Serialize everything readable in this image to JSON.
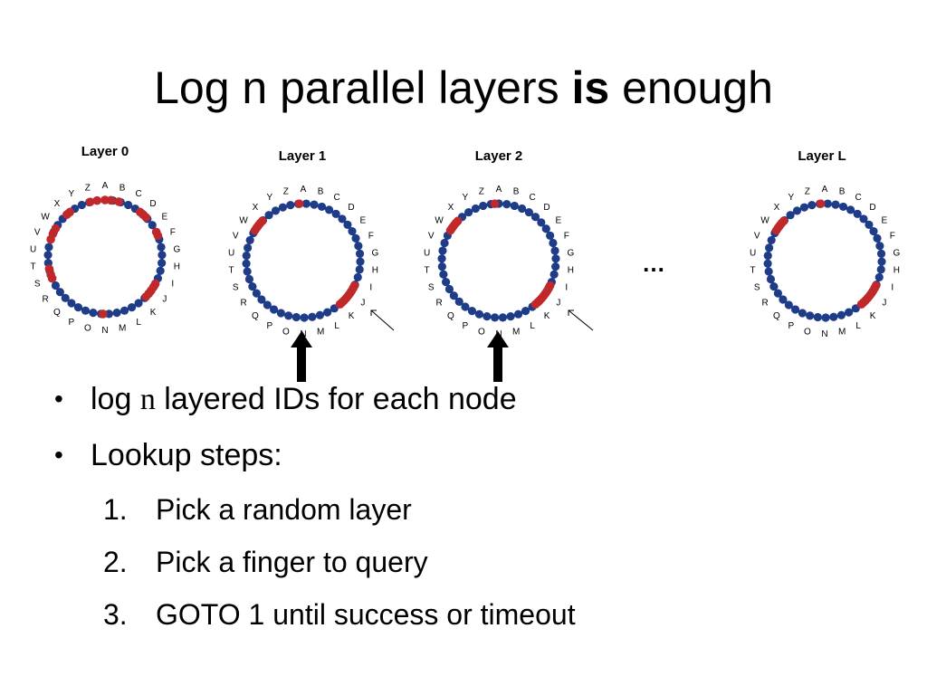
{
  "slide": {
    "title_part1": "Log n parallel layers ",
    "title_bold": "is",
    "title_part2": " enough",
    "ellipsis": "…"
  },
  "layers": [
    {
      "label": "Layer 0"
    },
    {
      "label": "Layer 1"
    },
    {
      "label": "Layer 2"
    },
    {
      "label": "Layer L"
    }
  ],
  "ring_letters": [
    "A",
    "B",
    "C",
    "D",
    "E",
    "F",
    "G",
    "H",
    "I",
    "J",
    "K",
    "L",
    "M",
    "N",
    "O",
    "P",
    "Q",
    "R",
    "S",
    "T",
    "U",
    "V",
    "W",
    "X",
    "Y",
    "Z"
  ],
  "colors": {
    "node_blue": "#1f3c88",
    "node_red": "#c0282a",
    "ring": "#000000"
  },
  "bullets": [
    {
      "pre": "log ",
      "serif": "n",
      "post": " layered IDs for each node"
    },
    {
      "pre": "Lookup steps:",
      "serif": "",
      "post": ""
    }
  ],
  "steps": [
    {
      "num": "1.",
      "text": "Pick a random layer"
    },
    {
      "num": "2.",
      "text": "Pick a finger to query"
    },
    {
      "num": "3.",
      "text": "GOTO 1 until success or timeout"
    }
  ]
}
